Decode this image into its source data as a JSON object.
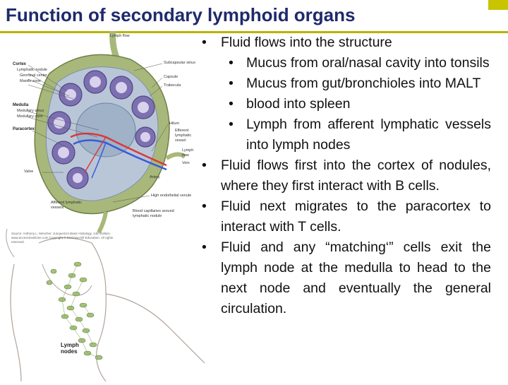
{
  "header": {
    "title": "Function of secondary lymphoid organs"
  },
  "figure": {
    "labels": {
      "lymph_flow": "Lymph flow",
      "cortex": "Cortex",
      "lymphatic_nodule": "Lymphatic nodule",
      "germinal_center": "Germinal center",
      "mantle_zone": "Mantle zone",
      "medulla": "Medulla",
      "medullary_sinus": "Medullary sinus",
      "medullary_cord": "Medullary cord",
      "paracortex": "Paracortex",
      "valve": "Valve",
      "afferent_vessels": "Afferent lymphatic vessels",
      "subcapsular_sinus": "Subcapsular sinus",
      "capsule": "Capsule",
      "trabecula": "Trabecula",
      "hilum": "Hilum",
      "efferent_vessel": "Efferent lymphatic vessel",
      "lymph_flow_right": "Lymph flow",
      "vein": "Vein",
      "artery": "Artery",
      "high_endothelial": "High endothelial venule",
      "blood_capillaries": "Blood capillaries around lymphatic nodule",
      "lymph_nodes": "Lymph nodes"
    },
    "credit": "Source: Anthony L. Mescher: Junqueira's Basic Histology, 14th Edition. www.accessmedicine.com Copyright © McGraw-Hill Education. All rights reserved."
  },
  "content": {
    "bullets": [
      {
        "level": 1,
        "text": "Fluid flows into the structure"
      },
      {
        "level": 2,
        "text": "Mucus from oral/nasal cavity into tonsils"
      },
      {
        "level": 2,
        "text": "Mucus from gut/bronchioles into MALT"
      },
      {
        "level": 2,
        "text": "blood into spleen"
      },
      {
        "level": 2,
        "text": "Lymph from afferent lymphatic vessels into lymph nodes"
      },
      {
        "level": 1,
        "text": "Fluid flows first into the cortex of nodules, where they first interact with B cells."
      },
      {
        "level": 1,
        "text": "Fluid next migrates to the paracortex to interact with T cells."
      },
      {
        "level": 1,
        "text": "Fluid and any “matching‘” cells exit the lymph node at the medulla to head to the next node and eventually the general circulation."
      }
    ],
    "bullet_symbol": "•"
  },
  "colors": {
    "title": "#1f2a6b",
    "accent": "#b8b400",
    "node_capsule": "#a8b87a",
    "nodule": "#8a80b8",
    "artery": "#d83a3a",
    "vein": "#3a5ad8"
  }
}
